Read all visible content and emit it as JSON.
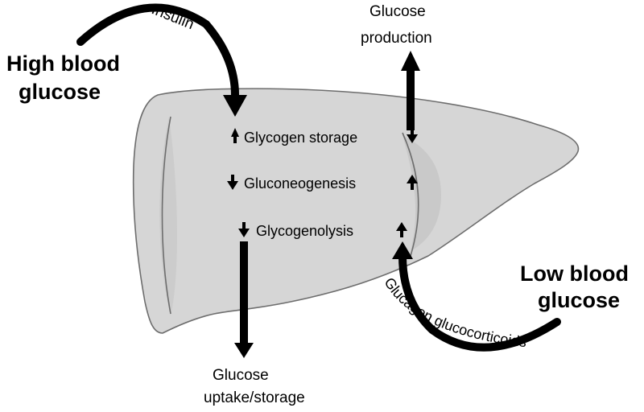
{
  "diagram": {
    "high_glucose": {
      "line1": "High blood",
      "line2": "glucose"
    },
    "low_glucose": {
      "line1": "Low blood",
      "line2": "glucose"
    },
    "insulin": "Insulin",
    "glucose_production": {
      "line1": "Glucose",
      "line2": "production"
    },
    "glucose_uptake": {
      "line1": "Glucose",
      "line2": "uptake/storage"
    },
    "hormones_low": "Glucagon glucocorticoids",
    "processes": [
      {
        "label": "Glycogen storage",
        "high_glucose_effect": "up",
        "low_glucose_effect": "down"
      },
      {
        "label": "Gluconeogenesis",
        "high_glucose_effect": "down",
        "low_glucose_effect": "up"
      },
      {
        "label": "Glycogenolysis",
        "high_glucose_effect": "down",
        "low_glucose_effect": "up"
      }
    ],
    "colors": {
      "liver": "#d6d6d6",
      "liver_outline": "#6d6d6d",
      "arrows": "#000000",
      "background": "#ffffff"
    }
  }
}
